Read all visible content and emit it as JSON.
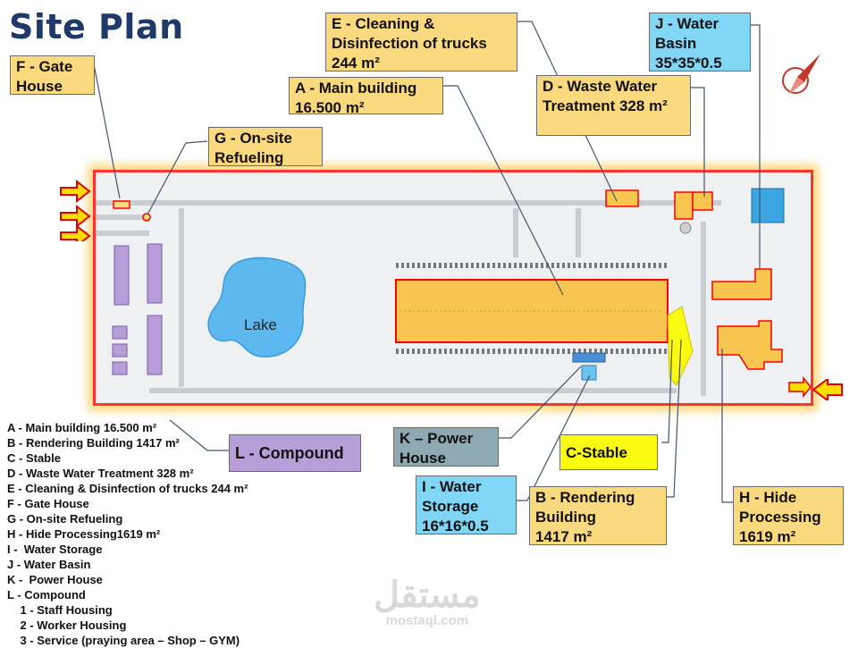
{
  "title": "Site Plan",
  "callouts": {
    "e": "E - Cleaning &\nDisinfection of trucks\n244 m²",
    "j": "J - Water\nBasin\n35*35*0.5",
    "f": "F - Gate\nHouse",
    "a": "A - Main building\n16.500 m²",
    "d": "D - Waste Water\nTreatment 328 m²",
    "g": "G - On-site\nRefueling",
    "l": "L - Compound",
    "k": "K – Power\nHouse",
    "c": "C-Stable",
    "i": "I - Water\nStorage\n16*16*0.5",
    "b": "B - Rendering\nBuilding\n1417 m²",
    "h": "H - Hide\nProcessing\n1619 m²"
  },
  "map": {
    "lake_label": "Lake"
  },
  "legend": [
    "A - Main building 16.500 m²",
    "B - Rendering Building 1417 m²",
    "C - Stable",
    "D - Waste Water Treatment 328 m²",
    "E - Cleaning & Disinfection of trucks 244 m²",
    "F - Gate House",
    "G - On-site Refueling",
    "H - Hide Processing1619 m²",
    "I -  Water Storage",
    "J - Water Basin",
    "K -  Power House",
    "L - Compound",
    "    1 - Staff Housing",
    "    2 - Worker Housing",
    "    3 - Service (praying area – Shop – GYM)"
  ],
  "watermark": {
    "arabic": "مستقل",
    "latin": "mostaql.com"
  },
  "colors": {
    "title": "#1f3a68",
    "callout_tan": "#fbd97f",
    "callout_blue": "#82d6f5",
    "callout_purple": "#b69fd9",
    "callout_grey": "#8fa9b2",
    "callout_yellow": "#fbfb12",
    "site_border": "#ff3333",
    "lake": "#5db8ef",
    "building": "#f7c550"
  }
}
